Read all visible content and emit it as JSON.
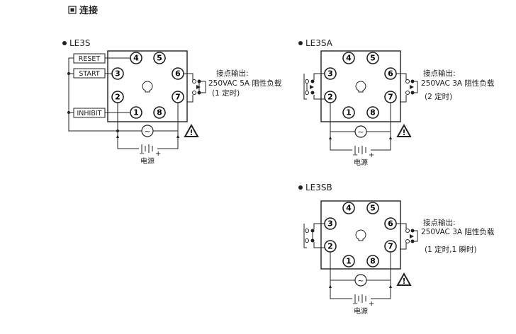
{
  "section_title": "连接",
  "models": [
    {
      "name": "LE3S",
      "controls": [
        "RESET",
        "START",
        "INHIBIT"
      ],
      "pins": [
        "4",
        "5",
        "3",
        "6",
        "2",
        "7",
        "1",
        "8"
      ],
      "output_label": "接点输出:",
      "output_spec": "250VAC 5A 阻性负载",
      "timer_note": "(1 定时)",
      "power_label": "电源"
    },
    {
      "name": "LE3SA",
      "pins": [
        "4",
        "5",
        "3",
        "6",
        "2",
        "7",
        "1",
        "8"
      ],
      "output_label": "接点输出:",
      "output_spec": "250VAC 3A 阻性负载",
      "timer_note": "(2 定时)",
      "power_label": "电源"
    },
    {
      "name": "LE3SB",
      "pins": [
        "4",
        "5",
        "3",
        "6",
        "2",
        "7",
        "1",
        "8"
      ],
      "output_label": "接点输出:",
      "output_spec": "250VAC 3A 阻性负载",
      "timer_note": "(1 定时,1 瞬时)",
      "power_label": "电源"
    }
  ],
  "symbols": {
    "ac_source": "~",
    "warning": "!",
    "dc_minus": "−",
    "dc_plus": "+"
  },
  "icons": [
    "square-bullet-icon",
    "bullet-dot-icon",
    "warning-triangle-icon",
    "ac-source-icon",
    "battery-icon",
    "contact-switch-icon"
  ]
}
